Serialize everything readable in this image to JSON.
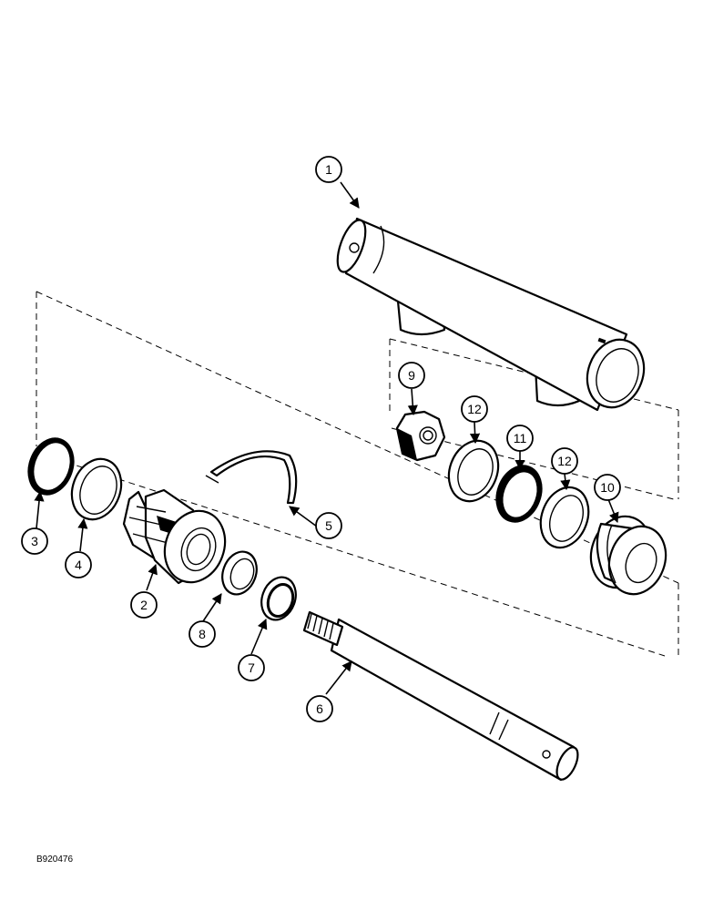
{
  "figure_code": "B920476",
  "callouts": {
    "c1": "1",
    "c2": "2",
    "c3": "3",
    "c4": "4",
    "c5": "5",
    "c6": "6",
    "c7": "7",
    "c8": "8",
    "c9": "9",
    "c10": "10",
    "c11": "11",
    "c12a": "12",
    "c12b": "12"
  }
}
